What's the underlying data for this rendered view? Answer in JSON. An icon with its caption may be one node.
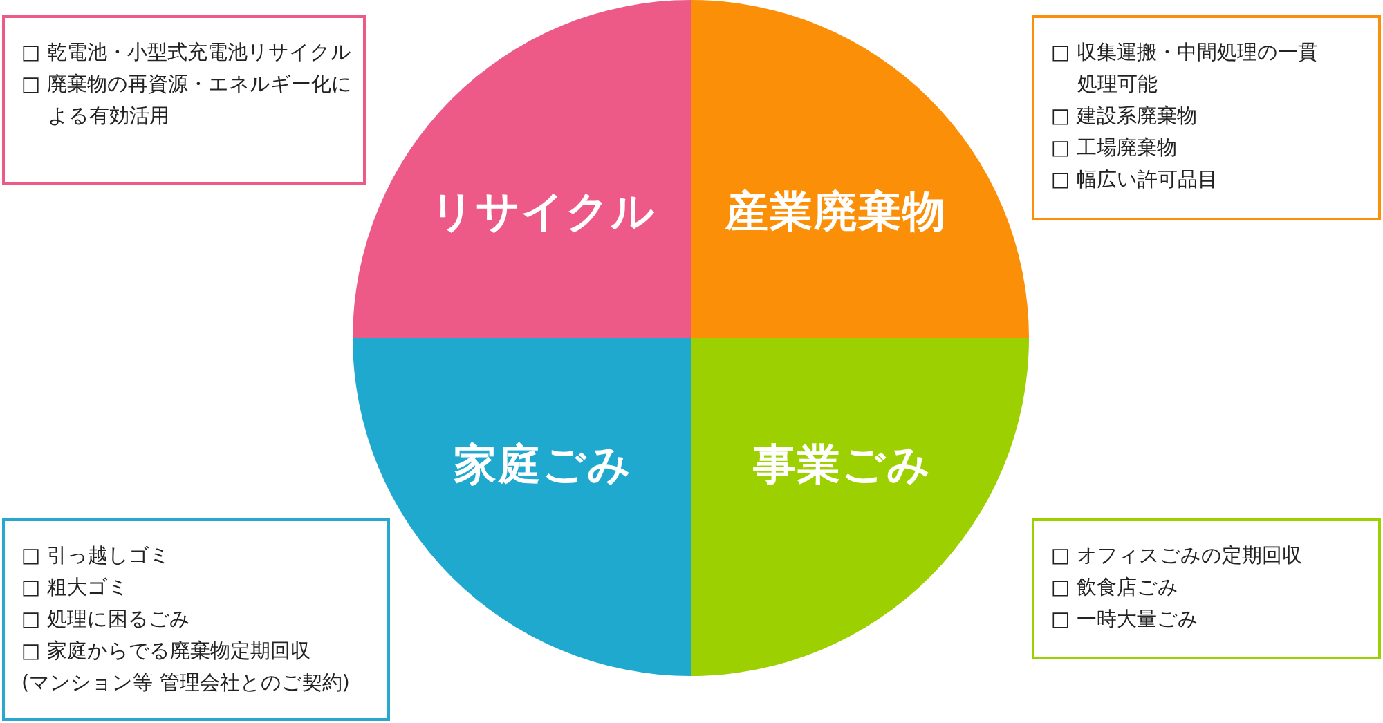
{
  "diagram": {
    "nodes": [
      {
        "text": [
          "□ 乾電池・小型式充電池リサイクル",
          "□ 廃棄物の再資源・エネルギー化による有効活用"
        ]
      },
      {
        "text": [
          "リサイクル"
        ]
      },
      {
        "text": [
          "産業廃棄物"
        ]
      },
      {
        "text": [
          "□ 収集運搬・中間処理の一貫処理可能",
          "□ 建設系廃棄物",
          "□ 工場廃棄物",
          "□ 幅広い許可品目"
        ]
      },
      {
        "text": [
          "家庭ごみ"
        ]
      },
      {
        "text": [
          "事業ごみ"
        ]
      },
      {
        "text": [
          "□ 引っ越しゴミ",
          "□ 粗大ゴミ",
          "□ 処理に困るごみ",
          "□ 家庭からでる廃棄物定期回収",
          "(マンション等 管理会社とのご契約)"
        ]
      },
      {
        "text": [
          "□ オフィスごみの定期回収",
          "□ 飲食店ごみ",
          "□ 一時大量ごみ"
        ]
      }
    ]
  }
}
